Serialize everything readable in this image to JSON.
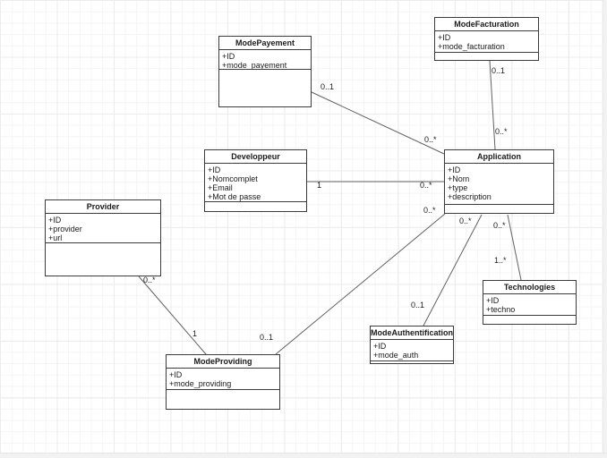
{
  "diagram": {
    "kind": "uml-class-diagram",
    "classes": [
      {
        "id": "mode-payement",
        "name": "ModePayement",
        "attributes": [
          "+ID",
          "+mode_payement"
        ]
      },
      {
        "id": "mode-facturation",
        "name": "ModeFacturation",
        "attributes": [
          "+ID",
          "+mode_facturation"
        ]
      },
      {
        "id": "developpeur",
        "name": "Developpeur",
        "attributes": [
          "+ID",
          "+Nomcomplet",
          "+Email",
          "+Mot de passe"
        ]
      },
      {
        "id": "application",
        "name": "Application",
        "attributes": [
          "+ID",
          "+Nom",
          "+type",
          "+description"
        ]
      },
      {
        "id": "provider",
        "name": "Provider",
        "attributes": [
          "+ID",
          "+provider",
          "+url"
        ]
      },
      {
        "id": "technologies",
        "name": "Technologies",
        "attributes": [
          "+ID",
          "+techno"
        ]
      },
      {
        "id": "mode-authentification",
        "name": "ModeAuthentification",
        "attributes": [
          "+ID",
          "+mode_auth"
        ]
      },
      {
        "id": "mode-providing",
        "name": "ModeProviding",
        "attributes": [
          "+ID",
          "+mode_providing"
        ]
      }
    ],
    "associations": [
      {
        "id": "payement-application",
        "source": "ModePayement",
        "target": "Application",
        "source_label": "0..1",
        "target_label": "0..*"
      },
      {
        "id": "facturation-application",
        "source": "ModeFacturation",
        "target": "Application",
        "source_label": "0..1",
        "target_label": "0..*"
      },
      {
        "id": "developpeur-application",
        "source": "Developpeur",
        "target": "Application",
        "source_label": "1",
        "target_label": "0..*"
      },
      {
        "id": "provider-modeproviding",
        "source": "Provider",
        "target": "ModeProviding",
        "source_label": "0..*",
        "target_label": "1"
      },
      {
        "id": "application-modeproviding",
        "source": "Application",
        "target": "ModeProviding",
        "source_label": "0..*",
        "target_label": "0..1"
      },
      {
        "id": "application-modeauthentification",
        "source": "Application",
        "target": "ModeAuthentification",
        "source_label": "0..*",
        "target_label": "0..1"
      },
      {
        "id": "application-technologies",
        "source": "Application",
        "target": "Technologies",
        "source_label": "0..*",
        "target_label": "1..*"
      }
    ],
    "colors": {
      "background": "#ffffff",
      "box_border": "#3b3b3b",
      "edge": "#616161",
      "text": "#1a1a1a",
      "grid_minor": "#f4f4f4",
      "grid_major": "#ececec"
    }
  }
}
